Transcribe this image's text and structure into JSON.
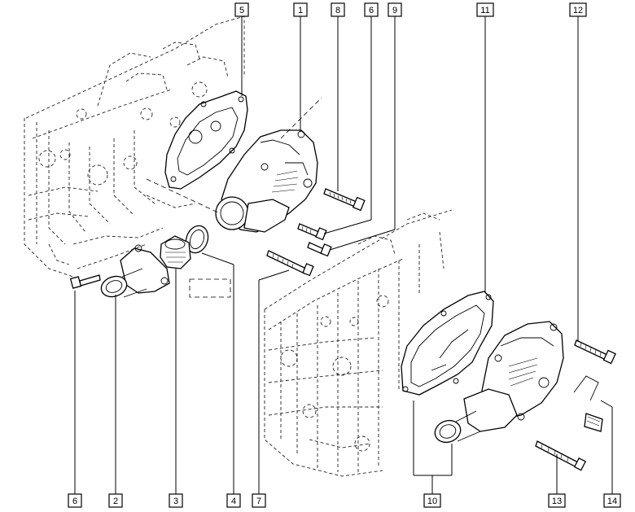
{
  "callouts": [
    {
      "label": "5"
    },
    {
      "label": "1"
    },
    {
      "label": "8"
    },
    {
      "label": "6"
    },
    {
      "label": "9"
    },
    {
      "label": "11"
    },
    {
      "label": "12"
    },
    {
      "label": "6"
    },
    {
      "label": "2"
    },
    {
      "label": "3"
    },
    {
      "label": "4"
    },
    {
      "label": "7"
    },
    {
      "label": "10"
    },
    {
      "label": "13"
    },
    {
      "label": "14"
    }
  ]
}
